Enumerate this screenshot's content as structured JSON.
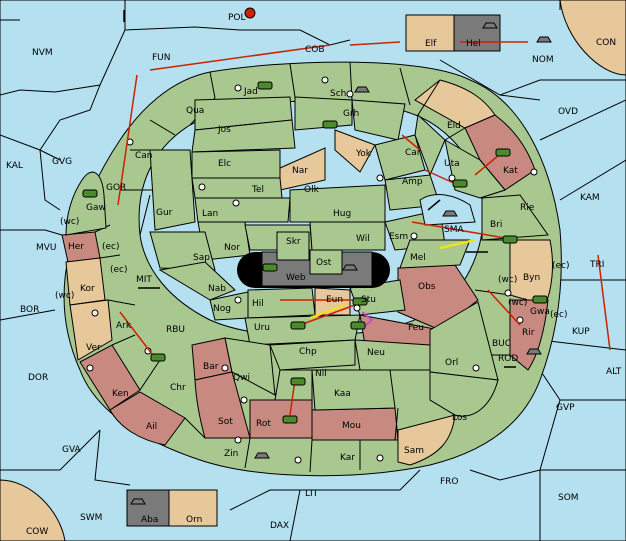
{
  "colors": {
    "sea": "#b4e0f0",
    "land": "#a8c890",
    "supply_center": "#c88a80",
    "neutral_land": "#e6c89a",
    "home_dark": "#7a7a7a",
    "border": "#000000",
    "order_arrow": "#cc2200",
    "support_arrow": "#f0e020",
    "convoy_arrow": "#d040d0",
    "unit_green": "#4c8a2e"
  },
  "regions": {
    "sea": [
      "NVM",
      "FUN",
      "COB",
      "NOM",
      "CON",
      "KAL",
      "GVG",
      "MVU",
      "BOR",
      "DOR",
      "GVA",
      "SWM",
      "COW",
      "LIT",
      "DAX",
      "FRO",
      "SOM",
      "GVP",
      "ALT",
      "KUP",
      "KAM",
      "OVD",
      "MIT",
      "RBU",
      "GOR",
      "SMA",
      "BUC",
      "ROD",
      "TRI"
    ],
    "land_labels": {
      "Jad": "Jad",
      "Sch": "Sch",
      "Grh": "Grh",
      "Qua": "Qua",
      "Jos": "Jos",
      "Can": "Can",
      "Elc": "Elc",
      "Nar": "Nar",
      "Yok": "Yok",
      "Car": "Car",
      "Eld": "Eld",
      "Uta": "Uta",
      "Kat": "Kat",
      "Amp": "Amp",
      "Rie": "Rie",
      "Tel": "Tel",
      "Olk": "Olk",
      "Gur": "Gur",
      "Lan": "Lan",
      "Hug": "Hug",
      "Wil": "Wil",
      "Esm": "Esm",
      "Bri": "Bri",
      "Gaw": "Gaw",
      "Her": "Her",
      "Kor": "Kor",
      "Ver": "Ver",
      "Ark": "Ark",
      "Ken": "Ken",
      "Ail": "Ail",
      "Chr": "Chr",
      "Nor": "Nor",
      "Sap": "Sap",
      "Skr": "Skr",
      "Ost": "Ost",
      "Web": "Web",
      "Mel": "Mel",
      "Byn": "Byn",
      "Nab": "Nab",
      "Hil": "Hil",
      "Eun": "Eun",
      "Stu": "Stu",
      "Obs": "Obs",
      "Nog": "Nog",
      "Uru": "Uru",
      "Feu": "Feu",
      "Gwa": "Gwa",
      "Rir": "Rir",
      "Bar": "Bar",
      "Qwi": "Qwi",
      "Chp": "Chp",
      "Neu": "Neu",
      "Orl": "Orl",
      "Nil": "Nil",
      "Kaa": "Kaa",
      "Sot": "Sot",
      "Rot": "Rot",
      "Mou": "Mou",
      "Los": "Los",
      "Sam": "Sam",
      "Zin": "Zin",
      "Kar": "Kar",
      "Elf": "Elf",
      "Hel": "Hel",
      "Aba": "Aba",
      "Orn": "Orn",
      "POL": "POL"
    }
  },
  "coast_tags": {
    "wc1": "(wc)",
    "ec1": "(ec)",
    "ec2": "(ec)",
    "wc2": "(wc)",
    "wc3": "(wc)",
    "ec3": "(ec)",
    "wc4": "(wc)",
    "ec4": "(ec)"
  },
  "legend_none": ""
}
